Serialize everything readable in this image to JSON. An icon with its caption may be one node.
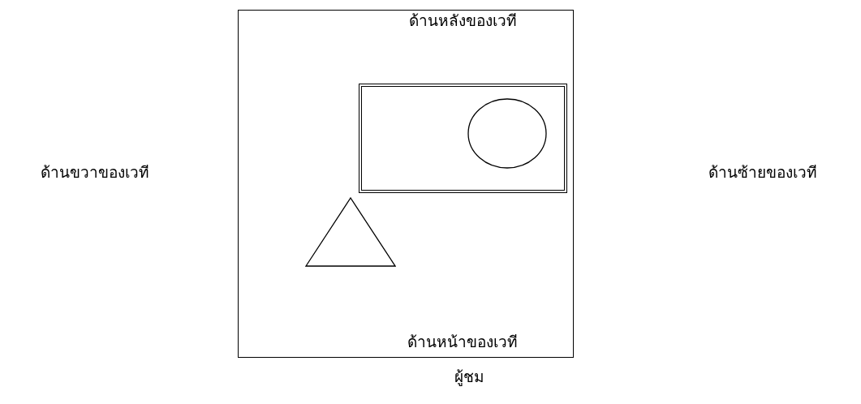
{
  "diagram": {
    "nodes": [
      {
        "text": [
          "ด้านหลังของเวที",
          "ด้านหน้าของเวที"
        ]
      },
      {
        "text": [],
        "shape": "box",
        "in": 0
      },
      {
        "text": [],
        "shape": "circle",
        "in": 1
      },
      {
        "text": [],
        "shape": "triangle",
        "in": 0
      }
    ],
    "labels": [
      "ด้านขวาของเวที",
      "ด้านซ้ายของเวที",
      "ผู้ชม"
    ]
  }
}
